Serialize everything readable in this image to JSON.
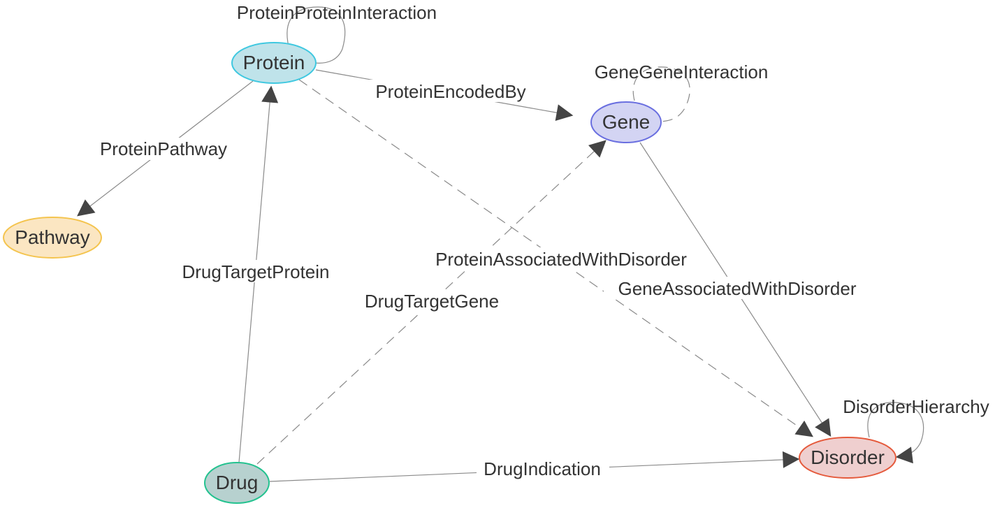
{
  "nodes": {
    "protein": {
      "label": "Protein",
      "fill": "#bfe3ea",
      "stroke": "#3fc8e0"
    },
    "gene": {
      "label": "Gene",
      "fill": "#d3d4f3",
      "stroke": "#6a6fe0"
    },
    "pathway": {
      "label": "Pathway",
      "fill": "#fbe6c2",
      "stroke": "#f4c44e"
    },
    "disorder": {
      "label": "Disorder",
      "fill": "#efcfcf",
      "stroke": "#e55a3c"
    },
    "drug": {
      "label": "Drug",
      "fill": "#b7d1cf",
      "stroke": "#23c28f"
    }
  },
  "edges": {
    "protein_protein_interaction": {
      "label": "ProteinProteinInteraction",
      "source": "Protein",
      "target": "Protein",
      "style": "solid"
    },
    "protein_encoded_by": {
      "label": "ProteinEncodedBy",
      "source": "Protein",
      "target": "Gene",
      "style": "solid"
    },
    "gene_gene_interaction": {
      "label": "GeneGeneInteraction",
      "source": "Gene",
      "target": "Gene",
      "style": "dashed"
    },
    "protein_pathway": {
      "label": "ProteinPathway",
      "source": "Protein",
      "target": "Pathway",
      "style": "solid"
    },
    "drug_target_protein": {
      "label": "DrugTargetProtein",
      "source": "Drug",
      "target": "Protein",
      "style": "solid"
    },
    "protein_associated_with_disorder": {
      "label": "ProteinAssociatedWithDisorder",
      "source": "Protein",
      "target": "Disorder",
      "style": "dashed"
    },
    "drug_target_gene": {
      "label": "DrugTargetGene",
      "source": "Drug",
      "target": "Gene",
      "style": "dashed"
    },
    "gene_associated_with_disorder": {
      "label": "GeneAssociatedWithDisorder",
      "source": "Gene",
      "target": "Disorder",
      "style": "solid"
    },
    "disorder_hierarchy": {
      "label": "DisorderHierarchy",
      "source": "Disorder",
      "target": "Disorder",
      "style": "solid"
    },
    "drug_indication": {
      "label": "DrugIndication",
      "source": "Drug",
      "target": "Disorder",
      "style": "solid"
    }
  },
  "colors": {
    "edge": "#8a8a8a",
    "arrowhead": "#444444",
    "text": "#333333"
  }
}
